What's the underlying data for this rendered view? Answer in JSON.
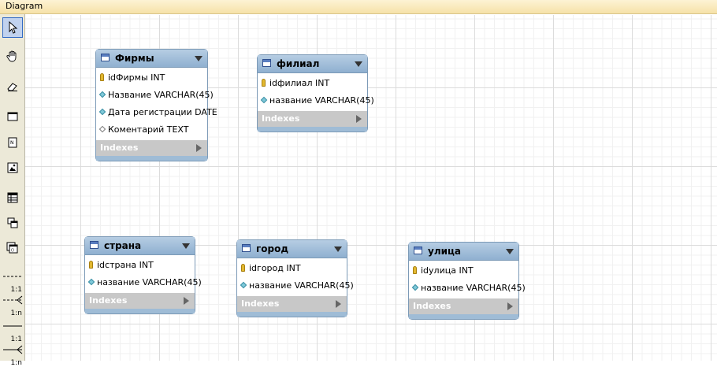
{
  "window": {
    "title": "Diagram"
  },
  "toolbar": {
    "tools": [
      {
        "name": "pointer-icon"
      },
      {
        "name": "hand-icon"
      },
      {
        "name": "eraser-icon"
      },
      {
        "name": "layer-icon"
      },
      {
        "name": "note-icon"
      },
      {
        "name": "image-icon"
      },
      {
        "name": "table-icon"
      },
      {
        "name": "view-icon"
      },
      {
        "name": "routine-group-icon"
      }
    ],
    "relations": [
      {
        "label": "1:1"
      },
      {
        "label": "1:n"
      },
      {
        "label": "1:1"
      },
      {
        "label": "1:n"
      }
    ]
  },
  "tables": [
    {
      "name": "Фирмы",
      "columns": [
        {
          "text": "idФирмы INT",
          "kind": "key"
        },
        {
          "text": "Название VARCHAR(45)",
          "kind": "field"
        },
        {
          "text": "Дата регистрации DATE",
          "kind": "field"
        },
        {
          "text": "Коментарий TEXT",
          "kind": "nullable"
        }
      ],
      "indexes_label": "Indexes"
    },
    {
      "name": "филиал",
      "columns": [
        {
          "text": "idфилиал INT",
          "kind": "key"
        },
        {
          "text": "название VARCHAR(45)",
          "kind": "field"
        }
      ],
      "indexes_label": "Indexes"
    },
    {
      "name": "страна",
      "columns": [
        {
          "text": "idстрана INT",
          "kind": "key"
        },
        {
          "text": "название VARCHAR(45)",
          "kind": "field"
        }
      ],
      "indexes_label": "Indexes"
    },
    {
      "name": "город",
      "columns": [
        {
          "text": "idгород INT",
          "kind": "key"
        },
        {
          "text": "название VARCHAR(45)",
          "kind": "field"
        }
      ],
      "indexes_label": "Indexes"
    },
    {
      "name": "улица",
      "columns": [
        {
          "text": "idулица INT",
          "kind": "key"
        },
        {
          "text": "название VARCHAR(45)",
          "kind": "field"
        }
      ],
      "indexes_label": "Indexes"
    }
  ]
}
